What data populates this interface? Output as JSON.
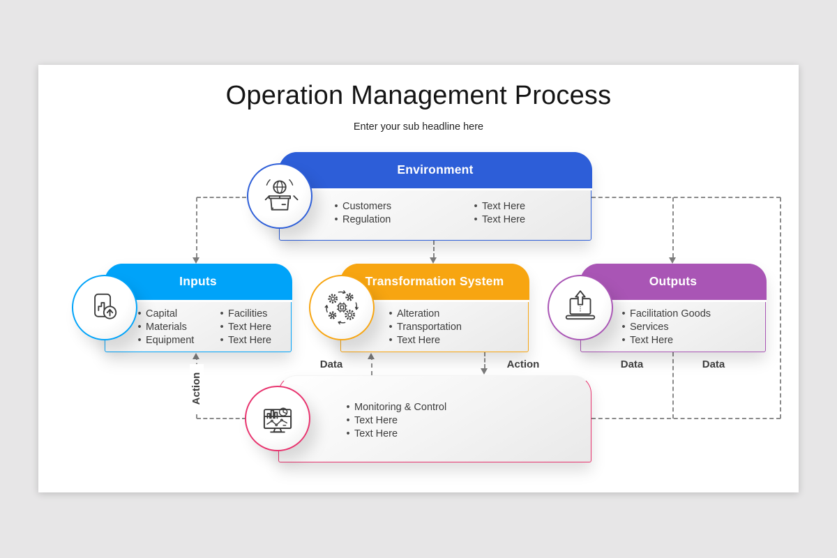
{
  "slide": {
    "title": "Operation Management Process",
    "subtitle": "Enter your sub headline here"
  },
  "colors": {
    "environment": "#2d5ed8",
    "inputs": "#00a3f9",
    "transformation": "#f7a511",
    "outputs": "#a955b5",
    "monitoring": "#e8336e",
    "connector": "#8a8a8a"
  },
  "nodes": {
    "environment": {
      "title": "Environment",
      "icon": "globe-box-icon",
      "columns": [
        [
          "Customers",
          "Regulation"
        ],
        [
          "Text Here",
          "Text Here"
        ]
      ]
    },
    "inputs": {
      "title": "Inputs",
      "icon": "bar-chart-upload-icon",
      "columns": [
        [
          "Capital",
          "Materials",
          "Equipment"
        ],
        [
          "Facilities",
          "Text Here",
          "Text Here"
        ]
      ]
    },
    "transformation": {
      "title": "Transformation System",
      "icon": "gears-process-icon",
      "columns": [
        [
          "Alteration",
          "Transportation",
          "Text Here"
        ]
      ]
    },
    "outputs": {
      "title": "Outputs",
      "icon": "laptop-upload-icon",
      "columns": [
        [
          "Facilitation Goods",
          "Services",
          "Text Here"
        ]
      ]
    },
    "monitoring": {
      "icon": "monitor-analytics-icon",
      "columns": [
        [
          "Monitoring & Control",
          "Text Here",
          "Text Here"
        ]
      ]
    }
  },
  "connectors": {
    "transformation_feedback_label": "Data",
    "monitoring_action_label": "Action",
    "outputs_data_label_left": "Data",
    "outputs_data_label_right": "Data",
    "inputs_feedback_label": "Action"
  }
}
